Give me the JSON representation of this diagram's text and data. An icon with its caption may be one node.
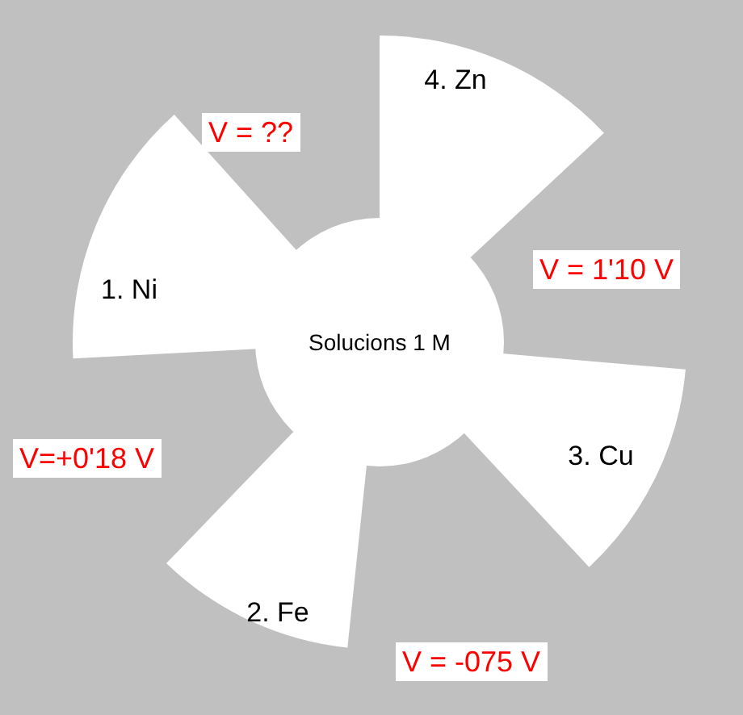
{
  "diagram": {
    "nodes": [
      {
        "text": [
          "1. Ni"
        ]
      },
      {
        "text": [
          "2. Fe"
        ]
      },
      {
        "text": [
          "3. Cu"
        ]
      },
      {
        "text": [
          "4. Zn"
        ]
      },
      {
        "text": [
          "Solucions 1 M"
        ]
      }
    ],
    "labels": [
      "V = ??",
      "V = 1'10 V",
      "V=+0'18 V",
      "V = -075 V"
    ]
  }
}
